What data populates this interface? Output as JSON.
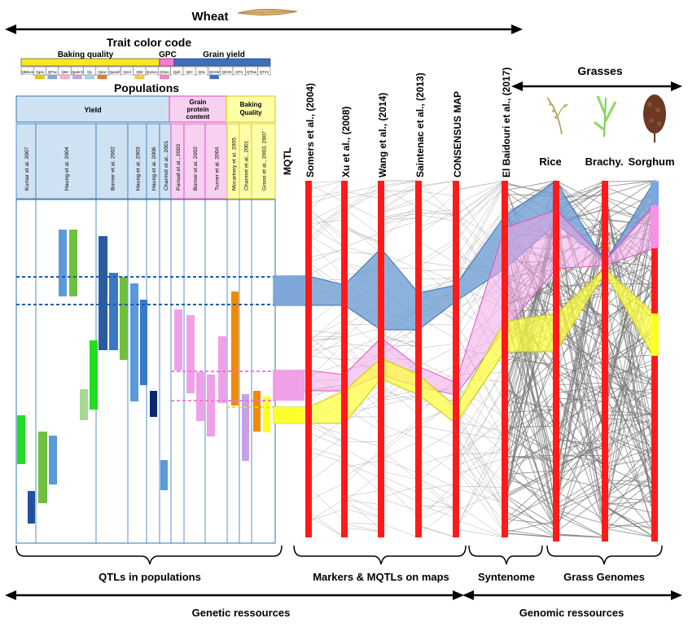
{
  "wheat_title": "Wheat",
  "trait_color_code": "Trait color code",
  "categories": {
    "baking": "Baking quality",
    "gpc": "GPC",
    "grain_yield": "Grain yield"
  },
  "trait_codes": [
    {
      "label": "QBlovs",
      "color": "#ffffff"
    },
    {
      "label": "Qpsi",
      "color": "#f0c800"
    },
    {
      "label": "QFrw",
      "color": "#7fa8d8"
    },
    {
      "label": "Qtst",
      "color": "#ffb0c8"
    },
    {
      "label": "Qpelch",
      "color": "#c8a2e8"
    },
    {
      "label": "QL",
      "color": "#9ed8f0"
    },
    {
      "label": "Qdur",
      "color": "#d88030"
    },
    {
      "label": "Qpanif",
      "color": "#ffffff"
    },
    {
      "label": "Qvol",
      "color": "#ffffff"
    },
    {
      "label": "QW",
      "color": "#f8d040"
    },
    {
      "label": "Qvisco",
      "color": "#ffffff"
    },
    {
      "label": "QGpc",
      "color": "#ff80c0"
    },
    {
      "label": "Qph",
      "color": "#ffffff"
    },
    {
      "label": "QHI",
      "color": "#ffffff"
    },
    {
      "label": "QSL",
      "color": "#ffffff"
    },
    {
      "label": "QGrW",
      "color": "#3a70c0"
    },
    {
      "label": "QGrN",
      "color": "#ffffff"
    },
    {
      "label": "QTn",
      "color": "#ffffff"
    },
    {
      "label": "QTkw",
      "color": "#ffffff"
    },
    {
      "label": "QT/m",
      "color": "#ffffff"
    }
  ],
  "populations_title": "Populations",
  "population_groups": {
    "yield": "Yield",
    "grain_protein": "Grain protein content",
    "baking_quality": "Baking Quality"
  },
  "populations": [
    "Kumar et al. 2007",
    "Haung et al. 2004",
    "Borner et al. 2002",
    "Haung et al. 2003",
    "Haung et al. 2006",
    "Charmet et al., 2001",
    "Parsad et al., 2003",
    "Borner et al. 2002",
    "Turner et al. 2004",
    "Mccartney et al. 2005",
    "Charmet et al., 2001",
    "Groos et al., 2003, 2007"
  ],
  "mqtl_label": "MQTL",
  "maps": [
    "Somers et al., (2004)",
    "Xu et al., (2008)",
    "Wang et al., (2014)",
    "Saintenac et al., (2013)",
    "CONSENSUS MAP",
    "El Baidouri et al., (2017)"
  ],
  "grasses_title": "Grasses",
  "grass_labels": [
    "Rice",
    "Brachy.",
    "Sorghum"
  ],
  "sections": {
    "qtls": "QTLs in populations",
    "markers": "Markers & MQTLs on maps",
    "syntenome": "Syntenome",
    "grass_genomes": "Grass Genomes"
  },
  "resources": {
    "genetic": "Genetic ressources",
    "genomic": "Genomic ressources"
  },
  "colors": {
    "chromosome": "#ff1a1a",
    "blue_band": "#6f9fd2",
    "pink_band": "#f3a8e8",
    "yellow_band": "#ffff3c",
    "synteny_line": "#909090"
  }
}
